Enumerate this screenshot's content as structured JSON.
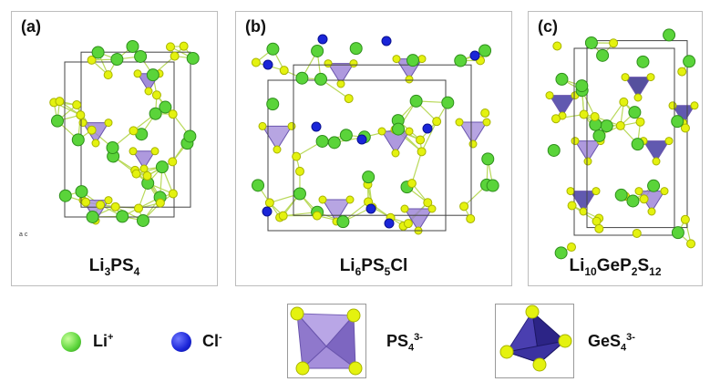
{
  "panels": [
    {
      "label": "(a)",
      "formula_parts": [
        [
          "Li",
          ""
        ],
        [
          "3",
          "sub"
        ],
        [
          "PS",
          ""
        ],
        [
          "4",
          "sub"
        ]
      ]
    },
    {
      "label": "(b)",
      "formula_parts": [
        [
          "Li",
          ""
        ],
        [
          "6",
          "sub"
        ],
        [
          "PS",
          ""
        ],
        [
          "5",
          "sub"
        ],
        [
          "Cl",
          ""
        ]
      ]
    },
    {
      "label": "(c)",
      "formula_parts": [
        [
          "Li",
          ""
        ],
        [
          "10",
          "sub"
        ],
        [
          "GeP",
          ""
        ],
        [
          "2",
          "sub"
        ],
        [
          "S",
          ""
        ],
        [
          "12",
          "sub"
        ]
      ]
    }
  ],
  "axis_labels": {
    "a": "a",
    "c": "c"
  },
  "legend": {
    "li": {
      "symbol": "Li",
      "charge": "+"
    },
    "cl": {
      "symbol": "Cl",
      "charge": "-"
    },
    "ps4": {
      "symbol": "PS",
      "sub": "4",
      "charge": "3-"
    },
    "ges4": {
      "symbol": "GeS",
      "sub": "4",
      "charge": "3-"
    }
  },
  "colors": {
    "li": "#5ad43a",
    "s": "#e4f20f",
    "cl": "#1a25d8",
    "ps4_polyhedron": "#9a7fd6",
    "ges4_polyhedron": "#3a2f9c",
    "cell_edge": "#444444"
  }
}
